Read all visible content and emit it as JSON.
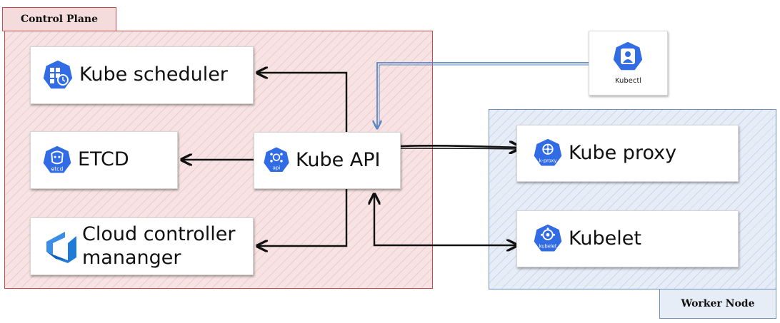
{
  "groups": {
    "control_plane": "Control Plane",
    "worker_node": "Worker Node"
  },
  "nodes": {
    "kube_scheduler": "Kube scheduler",
    "etcd": "ETCD",
    "cloud_controller_line1": "Cloud controller",
    "cloud_controller_line2": "mananger",
    "kube_api": "Kube API",
    "kube_proxy": "Kube proxy",
    "kubelet": "Kubelet",
    "kubectl": "Kubectl"
  },
  "icon_labels": {
    "etcd": "etcd",
    "api": "api",
    "kube_proxy": "k-proxy",
    "kubelet": "kubelet"
  },
  "icons": {
    "kube_scheduler": "kubernetes-scheduler-icon",
    "etcd": "kubernetes-etcd-icon",
    "cloud_controller": "azure-devops-icon",
    "kube_api": "kubernetes-api-icon",
    "kube_proxy": "kubernetes-proxy-icon",
    "kubelet": "kubernetes-kubelet-icon",
    "kubectl": "kubernetes-user-icon"
  },
  "colors": {
    "k8s_blue": "#326ce5",
    "azure_blue": "#1f7bd8",
    "control_plane_border": "#c94a4a",
    "worker_node_border": "#6f8fbf",
    "kubectl_line": "#5b87c5",
    "arrow": "#111111"
  }
}
